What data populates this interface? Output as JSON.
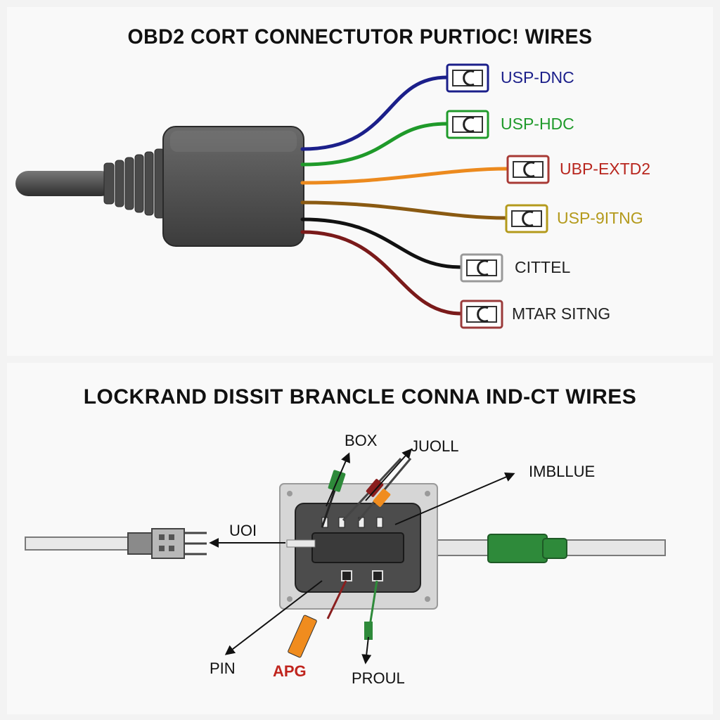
{
  "top_diagram": {
    "title": "OBD2 CORT CONNECTUTOR PURTIOC! WIRES",
    "wires": [
      {
        "label": "USP-DNC",
        "color": "#1b1f8a"
      },
      {
        "label": "USP-HDC",
        "color": "#1f9a2a"
      },
      {
        "label": "UBP-EXTD2",
        "color": "#ec8a1e",
        "label_color": "#b8261e",
        "box_color": "#a83a35"
      },
      {
        "label": "USP-9ITNG",
        "color": "#8a5a12",
        "label_color": "#b49a1c",
        "box_color": "#b49a1c"
      },
      {
        "label": "CITTEL",
        "color": "#111111",
        "label_color": "#222222",
        "box_color": "#999999"
      },
      {
        "label": "MTAR SITNG",
        "color": "#7a1a1a",
        "label_color": "#222222",
        "box_color": "#9a3a3a"
      }
    ]
  },
  "bottom_diagram": {
    "title": "LOCKRAND DISSIT BRANCLE CONNA IND-CT WIRES",
    "callouts": {
      "box": "BOX",
      "juoll": "JUOLL",
      "imbllue": "IMBLLUE",
      "uoi": "UOI",
      "pin": "PIN",
      "apg": "APG",
      "proul": "PROUL"
    },
    "colors": {
      "apg_label": "#c0251e",
      "green_connector": "#2e8a3a",
      "orange_probe": "#f08c1e",
      "red_probe": "#8a1e1e"
    }
  }
}
